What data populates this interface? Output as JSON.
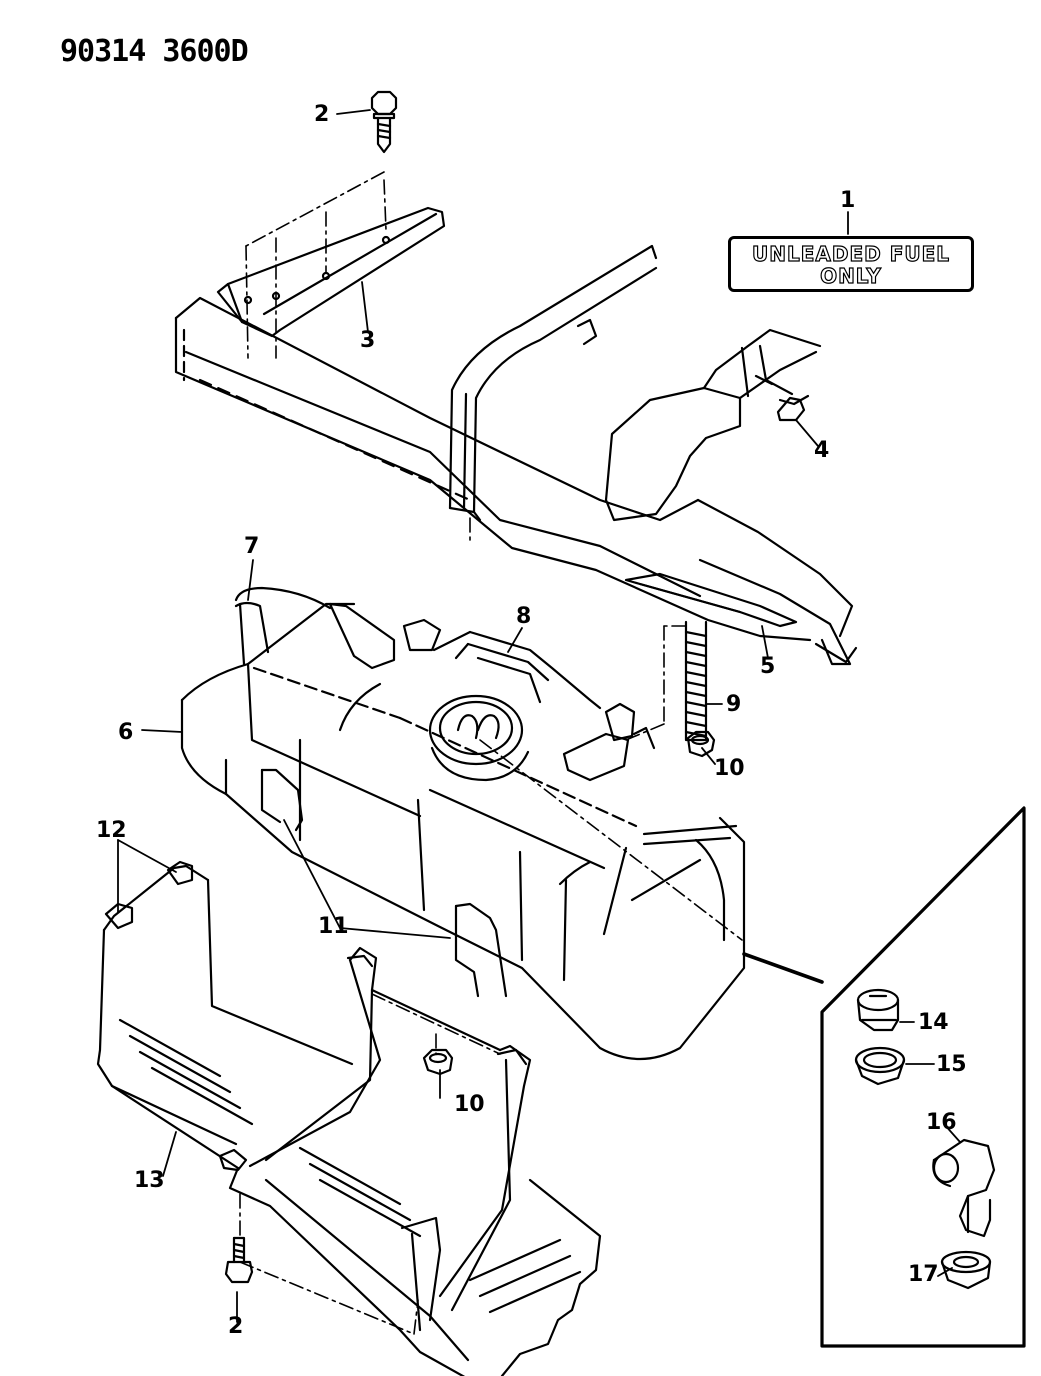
{
  "document": {
    "id": "90314 3600D"
  },
  "decal": {
    "line1": "UNLEADED  FUEL",
    "line2": "ONLY"
  },
  "callouts": {
    "c1": "1",
    "c2_top": "2",
    "c2_bottom": "2",
    "c3": "3",
    "c4": "4",
    "c5": "5",
    "c6": "6",
    "c7": "7",
    "c8": "8",
    "c9": "9",
    "c10_right": "10",
    "c10_left": "10",
    "c11": "11",
    "c12": "12",
    "c13": "13",
    "c14": "14",
    "c15": "15",
    "c16": "16",
    "c17": "17"
  },
  "colors": {
    "line": "#000000",
    "background": "#ffffff"
  }
}
